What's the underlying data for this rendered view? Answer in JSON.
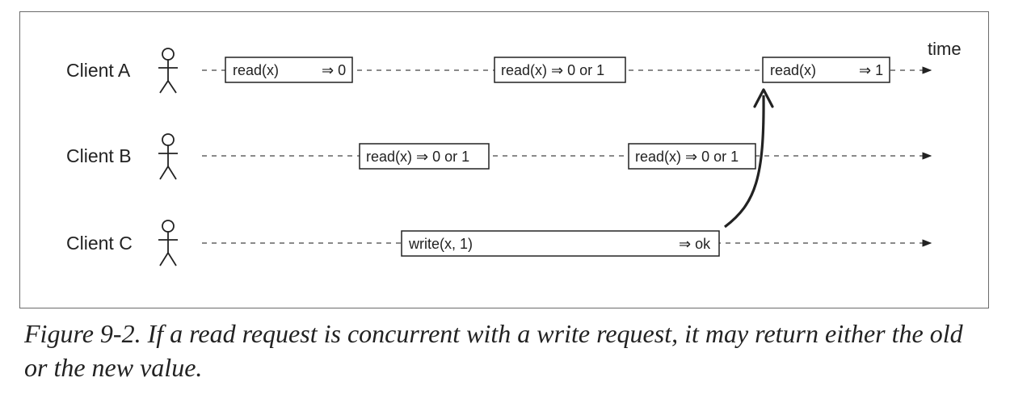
{
  "diagram": {
    "time_label": "time",
    "clients": [
      {
        "name": "Client A",
        "operations": [
          {
            "op": "read(x)",
            "result": "⇒ 0"
          },
          {
            "op": "read(x) ⇒ 0 or 1",
            "result": ""
          },
          {
            "op": "read(x)",
            "result": "⇒ 1"
          }
        ]
      },
      {
        "name": "Client B",
        "operations": [
          {
            "op": "read(x) ⇒ 0 or 1",
            "result": ""
          },
          {
            "op": "read(x) ⇒ 0 or 1",
            "result": ""
          }
        ]
      },
      {
        "name": "Client C",
        "operations": [
          {
            "op": "write(x, 1)",
            "result": "⇒ ok"
          }
        ]
      }
    ]
  },
  "caption": "Figure 9-2. If a read request is concurrent with a write request, it may return either the old or the new value."
}
